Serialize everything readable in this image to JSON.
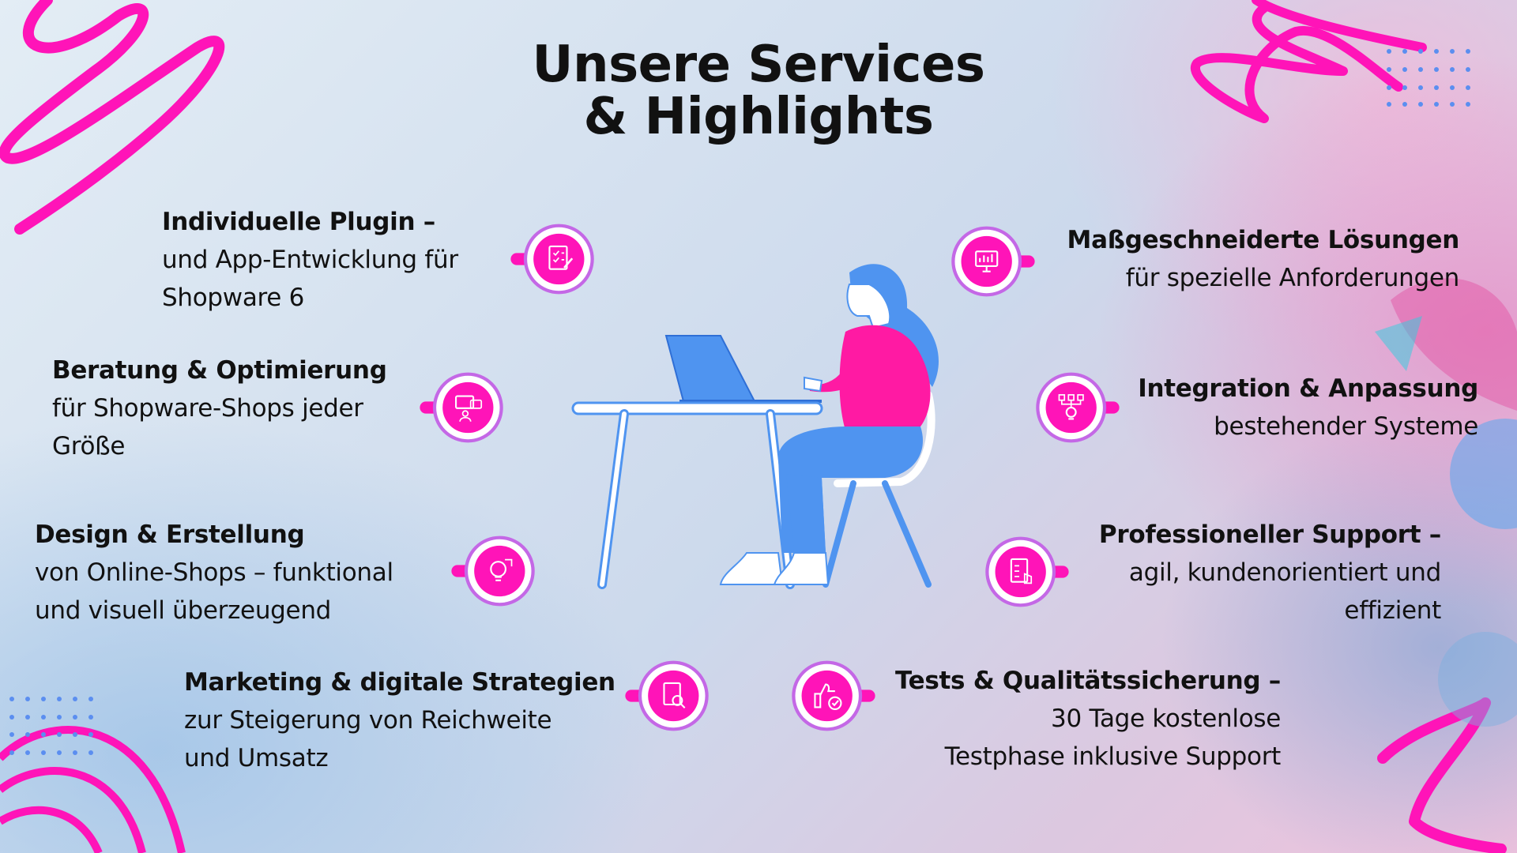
{
  "title": {
    "line1": "Unsere Services",
    "line2": "& Highlights"
  },
  "colors": {
    "accent": "#ff14b8",
    "ring": "#c468e6",
    "figure_blue": "#4f94f0",
    "figure_pink": "#ff1aa3"
  },
  "services": [
    {
      "heading": "Individuelle Plugin –",
      "lines": [
        "und App-Entwicklung für",
        "Shopware 6"
      ],
      "icon": "clipboard-checklist-icon"
    },
    {
      "heading": "Beratung & Optimierung",
      "lines": [
        "für Shopware-Shops jeder",
        "Größe"
      ],
      "icon": "consulting-chat-icon"
    },
    {
      "heading": "Design & Erstellung",
      "lines": [
        "von Online-Shops – funktional",
        "und visuell überzeugend"
      ],
      "icon": "lightbulb-design-icon"
    },
    {
      "heading": "Marketing & digitale Strategien",
      "lines": [
        "zur Steigerung von Reichweite",
        "und Umsatz"
      ],
      "icon": "document-search-icon"
    },
    {
      "heading": "Maßgeschneiderte Lösungen",
      "lines": [
        "für spezielle Anforderungen"
      ],
      "icon": "monitor-chart-icon"
    },
    {
      "heading": "Integration & Anpassung",
      "lines": [
        "bestehender Systeme"
      ],
      "icon": "network-idea-icon"
    },
    {
      "heading": "Professioneller Support –",
      "lines": [
        "agil, kundenorientiert und",
        "effizient"
      ],
      "icon": "support-document-icon"
    },
    {
      "heading": "Tests & Qualitätssicherung –",
      "lines": [
        "30 Tage kostenlose",
        "Testphase inklusive Support"
      ],
      "icon": "thumbs-up-check-icon"
    }
  ]
}
